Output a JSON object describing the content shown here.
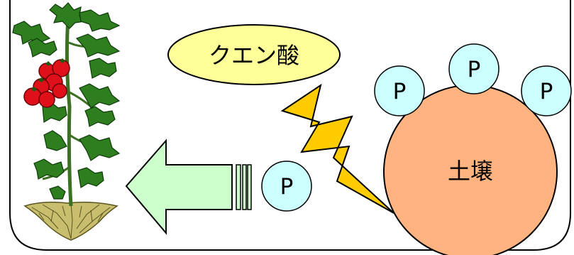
{
  "diagram": {
    "citric_acid_label": "クエン酸",
    "soil_label": "土壌",
    "phosphate_label": "P",
    "colors": {
      "citric_acid_fill": "#FFFF99",
      "soil_fill": "#FFB380",
      "phosphate_fill": "#CCFFFF",
      "lightning_fill": "#FFCC00",
      "arrow_fill": "#CCFFCC",
      "tomato_red": "#E0101A",
      "leaf_green": "#2E7D1E",
      "root_color": "#C8BE6E"
    },
    "icons": {
      "plant": "tomato-plant-icon",
      "lightning": "lightning-icon",
      "arrow": "left-arrow-icon"
    }
  }
}
